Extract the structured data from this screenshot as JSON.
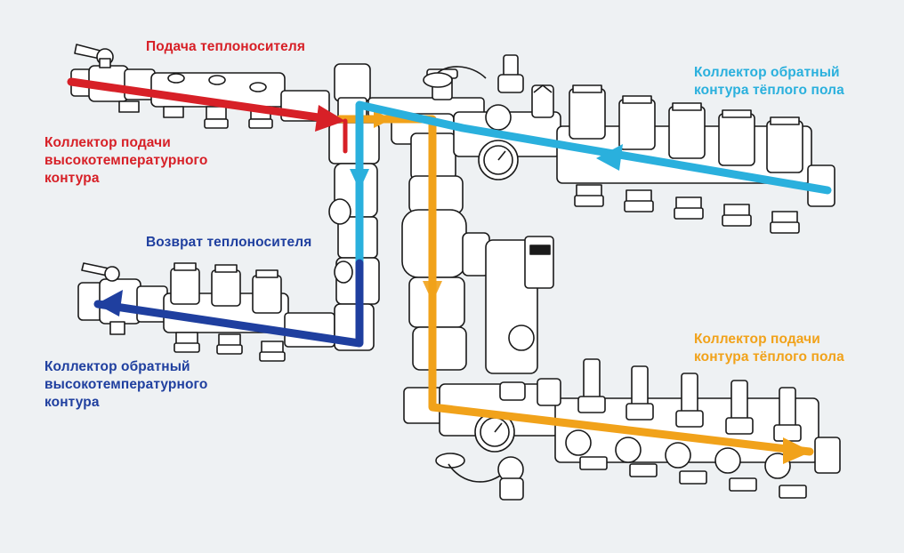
{
  "colors": {
    "supply_high_temp": "#d72027",
    "return_high_temp": "#1f3f9f",
    "return_floor": "#2ab0dd",
    "supply_floor": "#f1a21a",
    "outline": "#1a1a1a",
    "fill": "#ffffff",
    "background": "#eef1f3"
  },
  "labels": {
    "supply_coolant": "Подача теплоносителя",
    "high_temp_supply_collector": [
      "Коллектор подачи",
      "высокотемпературного",
      "контура"
    ],
    "return_coolant": "Возврат теплоносителя",
    "high_temp_return_collector": [
      "Коллектор обратный",
      "высокотемпературного",
      "контура"
    ],
    "floor_return_collector": [
      "Коллектор обратный",
      "контура тёплого пола"
    ],
    "floor_supply_collector": [
      "Коллектор подачи",
      "контура тёплого пола"
    ]
  },
  "components": [
    "top-left-supply-manifold",
    "bottom-left-return-manifold",
    "mixing-valve",
    "circulation-pump",
    "floor-return-manifold",
    "floor-supply-manifold",
    "thermometer-top",
    "thermometer-bottom",
    "air-vent-top",
    "drain-valve-bottom",
    "ball-valve-handle-top",
    "ball-valve-handle-bottom"
  ]
}
